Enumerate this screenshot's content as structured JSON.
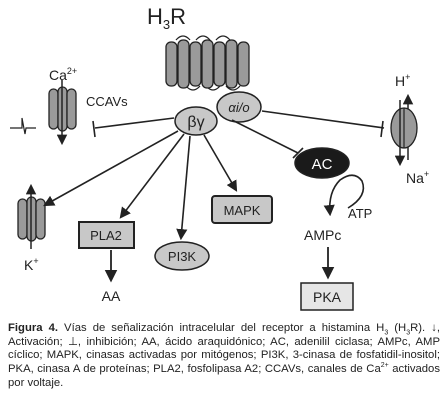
{
  "diagram": {
    "receptor_label": "H",
    "receptor_sub": "3",
    "receptor_suffix": "R",
    "alpha_label": "αi/o",
    "beta_gamma_label": "βγ",
    "ca_label": "Ca",
    "ca_sup": "2+",
    "ccavs_label": "CCAVs",
    "k_label": "K",
    "k_sup": "+",
    "pla2_label": "PLA2",
    "aa_label": "AA",
    "pi3k_label": "PI3K",
    "mapk_label": "MAPK",
    "ac_label": "AC",
    "atp_label": "ATP",
    "ampc_label": "AMPc",
    "pka_label": "PKA",
    "h_label": "H",
    "h_sup": "+",
    "na_label": "Na",
    "na_sup": "+"
  },
  "caption": {
    "fig_label": "Figura 4.",
    "text1": " Vías de señalización intracelular del receptor a histamina H",
    "sub1": "3",
    "text2": " (H",
    "sub2": "3",
    "text3": "R). ↓, Activación; ⊥, inhibición; AA, ácido araquidónico; AC, adenilil ciclasa; AMPc, AMP cíclico; MAPK, cinasas activadas por mitógenos; PI3K, 3-cinasa de fosfatidil-inositol; PKA, cinasa A de proteínas; PLA2, fosfolipasa A2; CCAVs, canales de Ca",
    "sup1": "2+",
    "text4": " activados por voltaje."
  },
  "colors": {
    "ink": "#222222",
    "node_fill": "#c8c8c8",
    "channel_fill": "#9a9a9a",
    "ac_fill": "#1a1a1a",
    "pka_fill": "#e6e6e6"
  }
}
